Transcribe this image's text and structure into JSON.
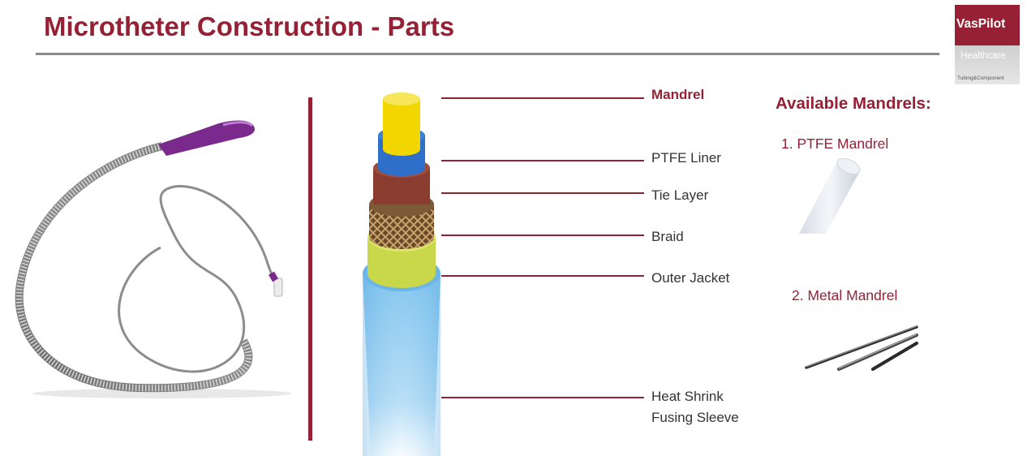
{
  "title": "Microtheter Construction - Parts",
  "logo": {
    "name": "VasPilot",
    "subtitle": "Healthcare",
    "tagline": "Tubing&Component"
  },
  "parts": {
    "mandrel": "Mandrel",
    "ptfe_liner": "PTFE Liner",
    "tie_layer": "Tie Layer",
    "braid": "Braid",
    "outer_jacket": "Outer Jacket",
    "heat_shrink_line1": "Heat Shrink",
    "heat_shrink_line2": "Fusing Sleeve"
  },
  "available_mandrels": {
    "title": "Available Mandrels:",
    "items": [
      {
        "label": "1. PTFE Mandrel"
      },
      {
        "label": "2. Metal Mandrel"
      }
    ]
  },
  "colors": {
    "accent": "#962135",
    "mandrel_core": "#f2d600",
    "ptfe_liner": "#2e6fc9",
    "tie_layer": "#8a3d2e",
    "braid": "#6b4a2c",
    "outer_jacket": "#c8d84a",
    "heat_shrink": "#7ec3ee",
    "catheter_tip": "#7a2a8c"
  }
}
